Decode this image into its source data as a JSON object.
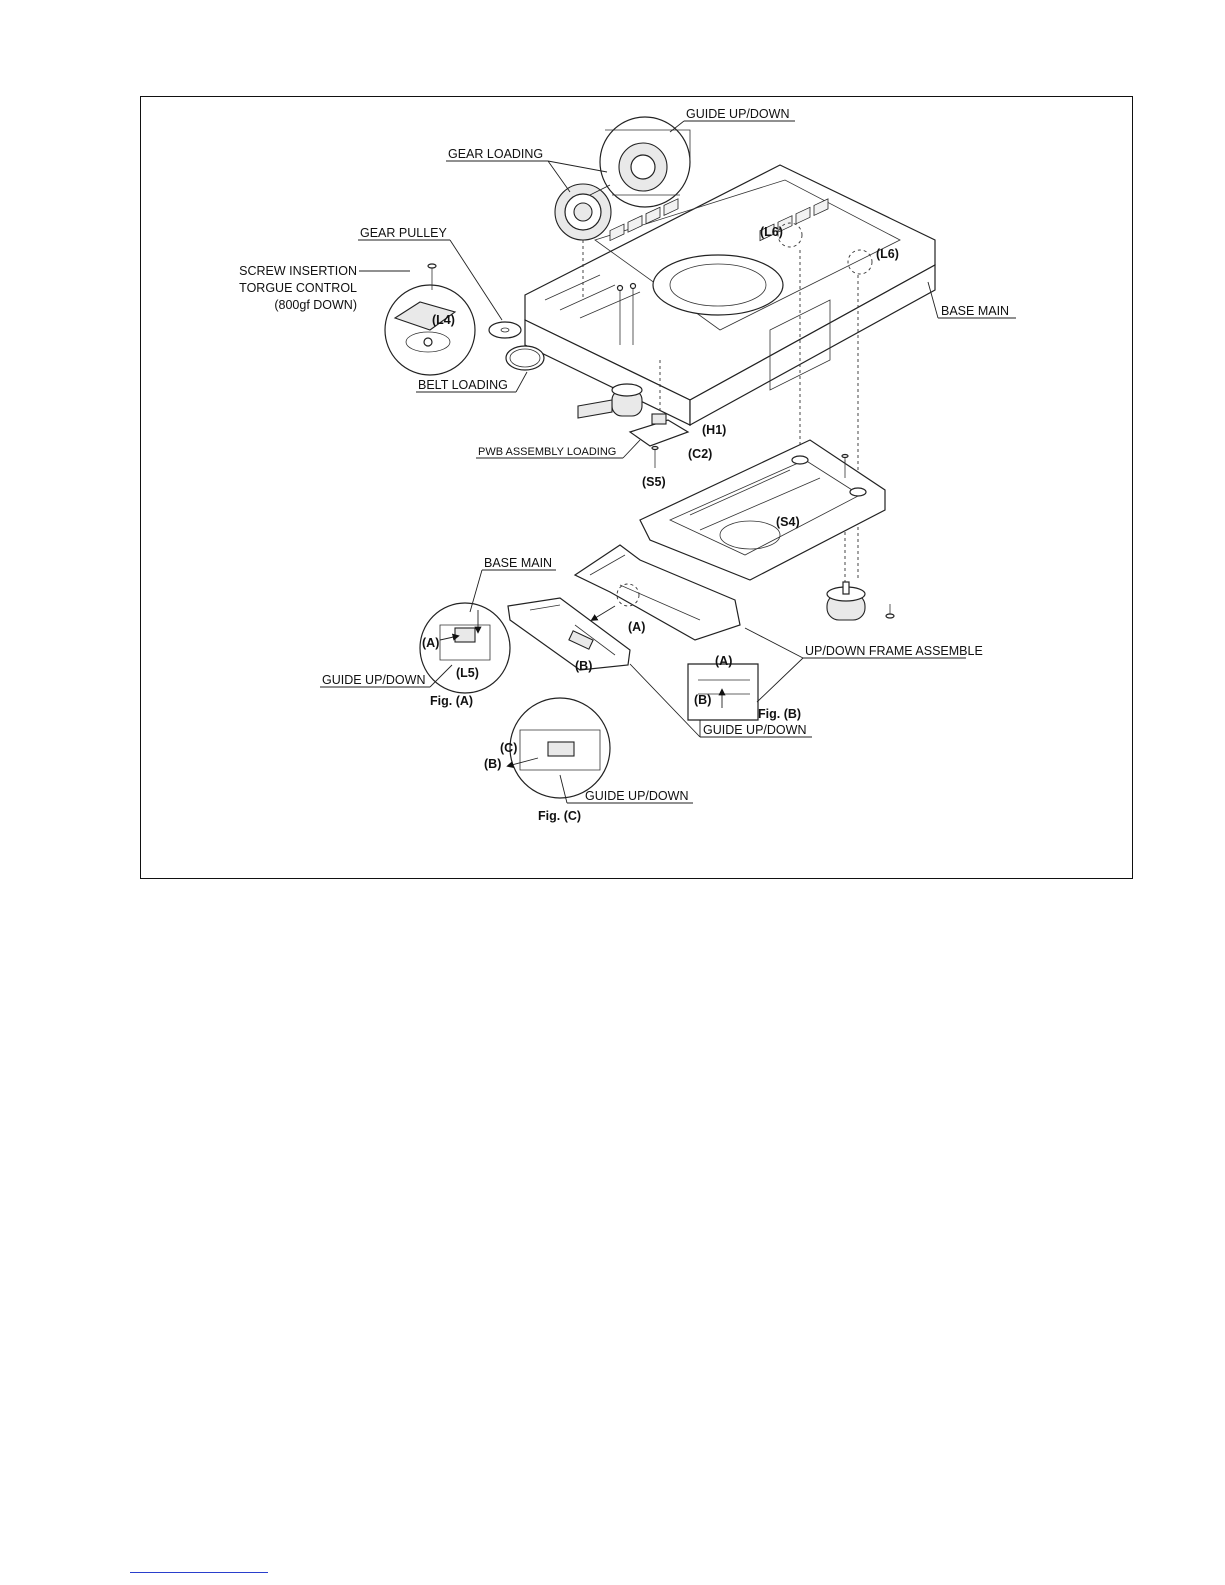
{
  "labels": {
    "guide_top": "GUIDE UP/DOWN",
    "gear_loading": "GEAR LOADING",
    "gear_pulley": "GEAR PULLEY",
    "screw_line1": "SCREW INSERTION",
    "screw_line2": "TORGUE CONTROL",
    "screw_line3": "(800gf DOWN)",
    "l4": "(L4)",
    "belt_loading": "BELT LOADING",
    "l6_left": "(L6)",
    "l6_right": "(L6)",
    "base_main_right": "BASE MAIN",
    "h1": "(H1)",
    "pwb": "PWB ASSEMBLY LOADING",
    "c2": "(C2)",
    "s5": "(S5)",
    "s4": "(S4)",
    "base_main_left": "BASE MAIN",
    "a_left": "(A)",
    "l5": "(L5)",
    "guide_left": "GUIDE UP/DOWN",
    "fig_a": "Fig. (A)",
    "b_mid": "(B)",
    "a_mid": "(A)",
    "up_down_frame": "UP/DOWN FRAME ASSEMBLE",
    "a_figb": "(A)",
    "b_figb": "(B)",
    "fig_b": "Fig. (B)",
    "guide_figb": "GUIDE UP/DOWN",
    "c_figc": "(C)",
    "b_figc": "(B)",
    "guide_figc": "GUIDE UP/DOWN",
    "fig_c": "Fig. (C)"
  }
}
